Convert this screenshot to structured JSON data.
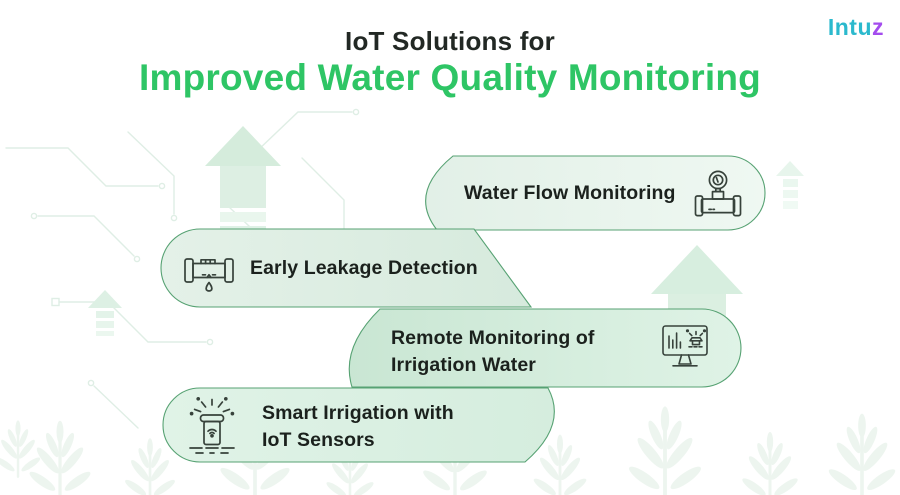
{
  "header": {
    "title_line1": "IoT Solutions for",
    "title_line2": "Improved Water Quality Monitoring"
  },
  "logo": {
    "main": "Intu",
    "accent": "z"
  },
  "capsules": [
    {
      "label": "Water Flow Monitoring",
      "icon": "water-flow-meter-icon"
    },
    {
      "label": "Early Leakage Detection",
      "icon": "leaking-pipe-icon"
    },
    {
      "label_line1": "Remote Monitoring of",
      "label_line2": "Irrigation Water",
      "icon": "monitor-irrigation-icon"
    },
    {
      "label_line1": "Smart Irrigation with",
      "label_line2": "IoT Sensors",
      "icon": "smart-sprinkler-icon"
    }
  ],
  "colors": {
    "title_accent_green": "#2EC565",
    "title_dark": "#222824",
    "capsule_border_green": "#57A273",
    "capsule_fill_light": "#E7F4EC",
    "capsule_fill_dark": "#CDE8D7",
    "logo_teal": "#2BB9CD",
    "logo_purple": "#A44CEE",
    "icon_stroke": "#37423B",
    "decoration_green": "#DCEFE3"
  }
}
